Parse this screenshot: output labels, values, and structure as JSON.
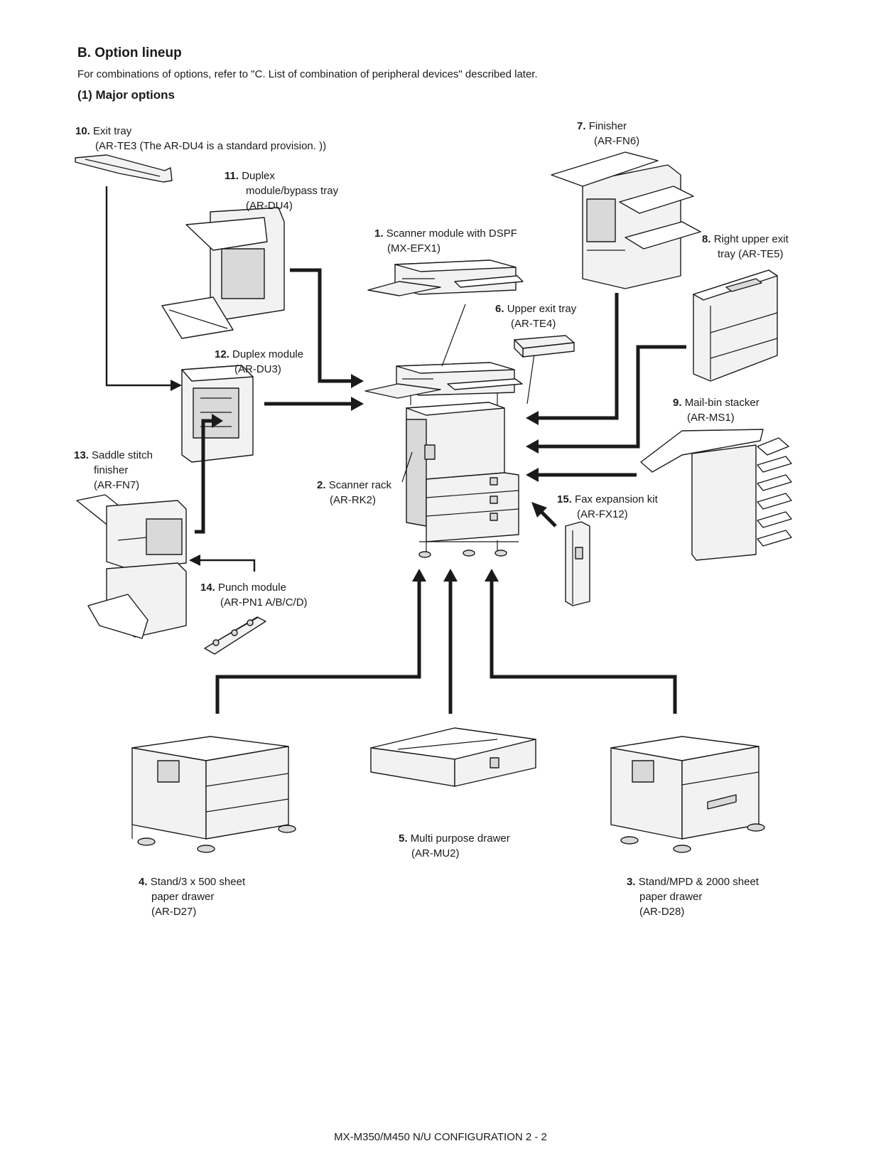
{
  "section_title": "B.  Option lineup",
  "intro": "For combinations of options, refer to \"C. List of combination of peripheral devices\" described later.",
  "subsection_title": "(1)  Major options",
  "options": [
    {
      "num": "1.",
      "lines": [
        "Scanner module with DSPF",
        "(MX-EFX1)"
      ]
    },
    {
      "num": "2.",
      "lines": [
        "Scanner rack",
        "(AR-RK2)"
      ]
    },
    {
      "num": "3.",
      "lines": [
        "Stand/MPD & 2000 sheet",
        "paper drawer",
        "(AR-D28)"
      ]
    },
    {
      "num": "4.",
      "lines": [
        "Stand/3 x 500 sheet",
        "paper drawer",
        "(AR-D27)"
      ]
    },
    {
      "num": "5.",
      "lines": [
        "Multi purpose drawer",
        "(AR-MU2)"
      ]
    },
    {
      "num": "6.",
      "lines": [
        "Upper exit tray",
        "(AR-TE4)"
      ]
    },
    {
      "num": "7.",
      "lines": [
        "Finisher",
        "(AR-FN6)"
      ]
    },
    {
      "num": "8.",
      "lines": [
        "Right upper exit",
        "tray (AR-TE5)"
      ]
    },
    {
      "num": "9.",
      "lines": [
        "Mail-bin stacker",
        "(AR-MS1)"
      ]
    },
    {
      "num": "10.",
      "lines": [
        "Exit tray",
        "(AR-TE3 (The AR-DU4 is a standard provision. ))"
      ]
    },
    {
      "num": "11.",
      "lines": [
        "Duplex",
        "module/bypass tray",
        "(AR-DU4)"
      ]
    },
    {
      "num": "12.",
      "lines": [
        "Duplex module",
        "(AR-DU3)"
      ]
    },
    {
      "num": "13.",
      "lines": [
        "Saddle stitch",
        "finisher",
        "(AR-FN7)"
      ]
    },
    {
      "num": "14.",
      "lines": [
        "Punch module",
        "(AR-PN1 A/B/C/D)"
      ]
    },
    {
      "num": "15.",
      "lines": [
        "Fax expansion kit",
        "(AR-FX12)"
      ]
    }
  ],
  "footer": "MX-M350/M450 N/U  CONFIGURATION  2 - 2"
}
